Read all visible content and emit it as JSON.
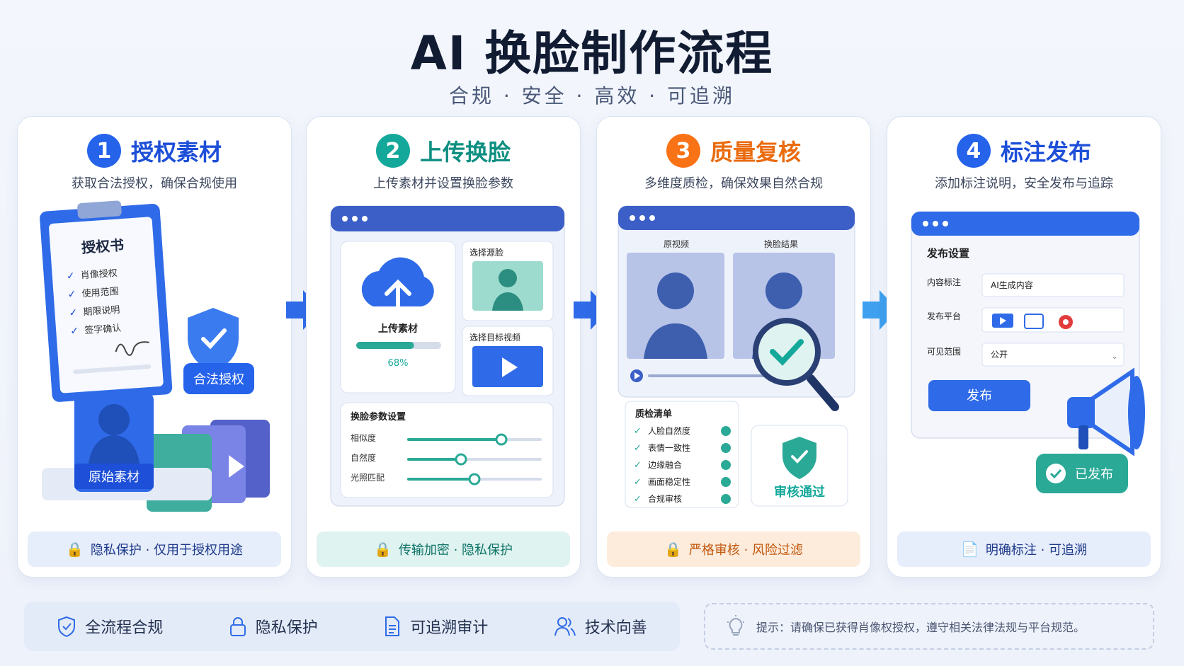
{
  "header": {
    "title": "AI 换脸制作流程",
    "subtitle": "合规 · 安全 · 高效 · 可追溯"
  },
  "steps": [
    {
      "number": "1",
      "title": "授权素材",
      "desc": "获取合法授权，确保合规使用",
      "accent": "#2563eb",
      "footer": "隐私保护 · 仅用于授权用途",
      "doc_title": "授权书",
      "doc_items": [
        "肖像授权",
        "使用范围",
        "期限说明",
        "签字确认"
      ],
      "badge": "合法授权",
      "media_label": "原始素材"
    },
    {
      "number": "2",
      "title": "上传换脸",
      "desc": "上传素材并设置换脸参数",
      "accent": "#14a89a",
      "footer": "传输加密 · 隐私保护",
      "upload_label": "上传素材",
      "progress": 0.68,
      "progress_text": "68%",
      "source_label": "选择源脸",
      "target_label": "选择目标视频",
      "params_title": "换脸参数设置",
      "params": [
        {
          "label": "相似度",
          "value": 0.7
        },
        {
          "label": "自然度",
          "value": 0.4
        },
        {
          "label": "光照匹配",
          "value": 0.5
        }
      ]
    },
    {
      "number": "3",
      "title": "质量复核",
      "desc": "多维度质检，确保效果自然合规",
      "accent": "#f97316",
      "footer": "严格审核 · 风险过滤",
      "original_label": "原视频",
      "result_label": "换脸结果",
      "checklist_title": "质检清单",
      "checklist": [
        "人脸自然度",
        "表情一致性",
        "边缘融合",
        "画面稳定性",
        "合规审核"
      ],
      "approved": "审核通过"
    },
    {
      "number": "4",
      "title": "标注发布",
      "desc": "添加标注说明，安全发布与追踪",
      "accent": "#2563eb",
      "footer": "明确标注 · 可追溯",
      "settings_title": "发布设置",
      "content_label": "内容标注",
      "content_value": "AI生成内容",
      "platform_label": "发布平台",
      "visibility_label": "可见范围",
      "visibility_value": "公开",
      "publish_button": "发布",
      "published": "已发布"
    }
  ],
  "bottom_features": [
    "全流程合规",
    "隐私保护",
    "可追溯审计",
    "技术向善"
  ],
  "tip": "提示：请确保已获得肖像权授权，遵守相关法律法规与平台规范。"
}
